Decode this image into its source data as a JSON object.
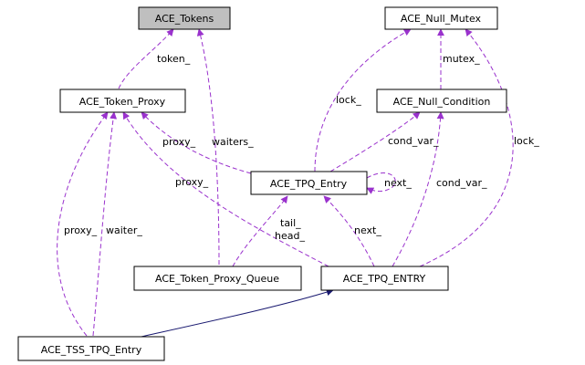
{
  "colors": {
    "usage_edge": "#9a32cd",
    "inherit_edge": "#191970",
    "highlight_fill": "#bfbfbf"
  },
  "nodes": {
    "ace_tokens": "ACE_Tokens",
    "ace_null_mutex": "ACE_Null_Mutex",
    "ace_token_proxy": "ACE_Token_Proxy",
    "ace_null_condition": "ACE_Null_Condition",
    "ace_tpq_entry": "ACE_TPQ_Entry",
    "ace_token_proxy_queue": "ACE_Token_Proxy_Queue",
    "ace_tpq_entry_upper": "ACE_TPQ_ENTRY",
    "ace_tss_tpq_entry": "ACE_TSS_TPQ_Entry"
  },
  "edge_labels": {
    "token": "token_",
    "waiters": "waiters_",
    "lock": "lock_",
    "mutex": "mutex_",
    "proxy_a": "proxy_",
    "cond_var_a": "cond_var_",
    "lock_b": "lock_",
    "next_a": "next_",
    "proxy_b": "proxy_",
    "cond_var_b": "cond_var_",
    "tail": "tail_",
    "head": "head_",
    "next_b": "next_",
    "proxy_c": "proxy_",
    "waiter": "waiter_"
  }
}
